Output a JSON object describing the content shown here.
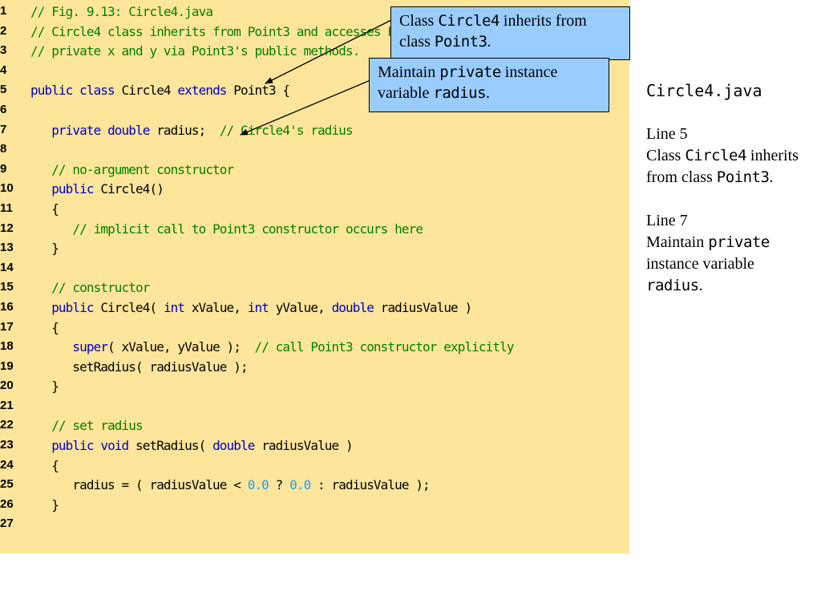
{
  "code": {
    "lines": [
      {
        "num": "1",
        "tokens": [
          {
            "t": "comment",
            "s": "// Fig. 9.13: Circle4.java"
          }
        ]
      },
      {
        "num": "2",
        "tokens": [
          {
            "t": "comment",
            "s": "// Circle4 class inherits from Point3 and accesses Point3's"
          }
        ]
      },
      {
        "num": "3",
        "tokens": [
          {
            "t": "comment",
            "s": "// private x and y via Point3's public methods."
          }
        ]
      },
      {
        "num": "4",
        "tokens": []
      },
      {
        "num": "5",
        "tokens": [
          {
            "t": "keyword",
            "s": "public class "
          },
          {
            "t": "plain",
            "s": "Circle4 "
          },
          {
            "t": "keyword",
            "s": "extends "
          },
          {
            "t": "plain",
            "s": "Point3 {"
          }
        ]
      },
      {
        "num": "6",
        "tokens": []
      },
      {
        "num": "7",
        "tokens": [
          {
            "t": "plain",
            "s": "   "
          },
          {
            "t": "keyword",
            "s": "private double "
          },
          {
            "t": "plain",
            "s": "radius;  "
          },
          {
            "t": "comment",
            "s": "// Circle4's radius"
          }
        ]
      },
      {
        "num": "8",
        "tokens": []
      },
      {
        "num": "9",
        "tokens": [
          {
            "t": "plain",
            "s": "   "
          },
          {
            "t": "comment",
            "s": "// no-argument constructor"
          }
        ]
      },
      {
        "num": "10",
        "tokens": [
          {
            "t": "plain",
            "s": "   "
          },
          {
            "t": "keyword",
            "s": "public "
          },
          {
            "t": "plain",
            "s": "Circle4()"
          }
        ]
      },
      {
        "num": "11",
        "tokens": [
          {
            "t": "plain",
            "s": "   {"
          }
        ]
      },
      {
        "num": "12",
        "tokens": [
          {
            "t": "plain",
            "s": "      "
          },
          {
            "t": "comment",
            "s": "// implicit call to Point3 constructor occurs here"
          }
        ]
      },
      {
        "num": "13",
        "tokens": [
          {
            "t": "plain",
            "s": "   }"
          }
        ]
      },
      {
        "num": "14",
        "tokens": []
      },
      {
        "num": "15",
        "tokens": [
          {
            "t": "plain",
            "s": "   "
          },
          {
            "t": "comment",
            "s": "// constructor"
          }
        ]
      },
      {
        "num": "16",
        "tokens": [
          {
            "t": "plain",
            "s": "   "
          },
          {
            "t": "keyword",
            "s": "public "
          },
          {
            "t": "plain",
            "s": "Circle4( "
          },
          {
            "t": "keyword",
            "s": "int "
          },
          {
            "t": "plain",
            "s": "xValue, "
          },
          {
            "t": "keyword",
            "s": "int "
          },
          {
            "t": "plain",
            "s": "yValue, "
          },
          {
            "t": "keyword",
            "s": "double "
          },
          {
            "t": "plain",
            "s": "radiusValue )"
          }
        ]
      },
      {
        "num": "17",
        "tokens": [
          {
            "t": "plain",
            "s": "   {"
          }
        ]
      },
      {
        "num": "18",
        "tokens": [
          {
            "t": "plain",
            "s": "      "
          },
          {
            "t": "keyword",
            "s": "super"
          },
          {
            "t": "plain",
            "s": "( xValue, yValue );  "
          },
          {
            "t": "comment",
            "s": "// call Point3 constructor explicitly"
          }
        ]
      },
      {
        "num": "19",
        "tokens": [
          {
            "t": "plain",
            "s": "      setRadius( radiusValue );"
          }
        ]
      },
      {
        "num": "20",
        "tokens": [
          {
            "t": "plain",
            "s": "   }"
          }
        ]
      },
      {
        "num": "21",
        "tokens": []
      },
      {
        "num": "22",
        "tokens": [
          {
            "t": "plain",
            "s": "   "
          },
          {
            "t": "comment",
            "s": "// set radius"
          }
        ]
      },
      {
        "num": "23",
        "tokens": [
          {
            "t": "plain",
            "s": "   "
          },
          {
            "t": "keyword",
            "s": "public void "
          },
          {
            "t": "plain",
            "s": "setRadius( "
          },
          {
            "t": "keyword",
            "s": "double "
          },
          {
            "t": "plain",
            "s": "radiusValue )"
          }
        ]
      },
      {
        "num": "24",
        "tokens": [
          {
            "t": "plain",
            "s": "   {"
          }
        ]
      },
      {
        "num": "25",
        "tokens": [
          {
            "t": "plain",
            "s": "      radius = ( radiusValue < "
          },
          {
            "t": "number",
            "s": "0.0"
          },
          {
            "t": "plain",
            "s": " ? "
          },
          {
            "t": "number",
            "s": "0.0"
          },
          {
            "t": "plain",
            "s": " : radiusValue );"
          }
        ]
      },
      {
        "num": "26",
        "tokens": [
          {
            "t": "plain",
            "s": "   }"
          }
        ]
      },
      {
        "num": "27",
        "tokens": []
      }
    ]
  },
  "callouts": {
    "inherits": {
      "pre": "Class ",
      "code1": "Circle4",
      "mid": " inherits from class ",
      "code2": "Point3",
      "post": "."
    },
    "private": {
      "pre": "Maintain ",
      "code1": "private",
      "mid": " instance variable ",
      "code2": "radius",
      "post": "."
    }
  },
  "side_notes": {
    "file_title": "Circle4.java",
    "note1": {
      "line": "Line 5",
      "pre": "Class ",
      "code1": "Circle4",
      "mid": " inherits from class ",
      "code2": "Point3",
      "post": "."
    },
    "note2": {
      "line": "Line 7",
      "pre": "Maintain ",
      "code1": "private",
      "mid": " instance variable ",
      "code2": "radius",
      "post": "."
    }
  },
  "colors": {
    "panel_bg": "#fde59b",
    "callout_bg": "#99ccff",
    "comment": "#008000",
    "keyword": "#0000c8",
    "number": "#1c9cf0"
  }
}
